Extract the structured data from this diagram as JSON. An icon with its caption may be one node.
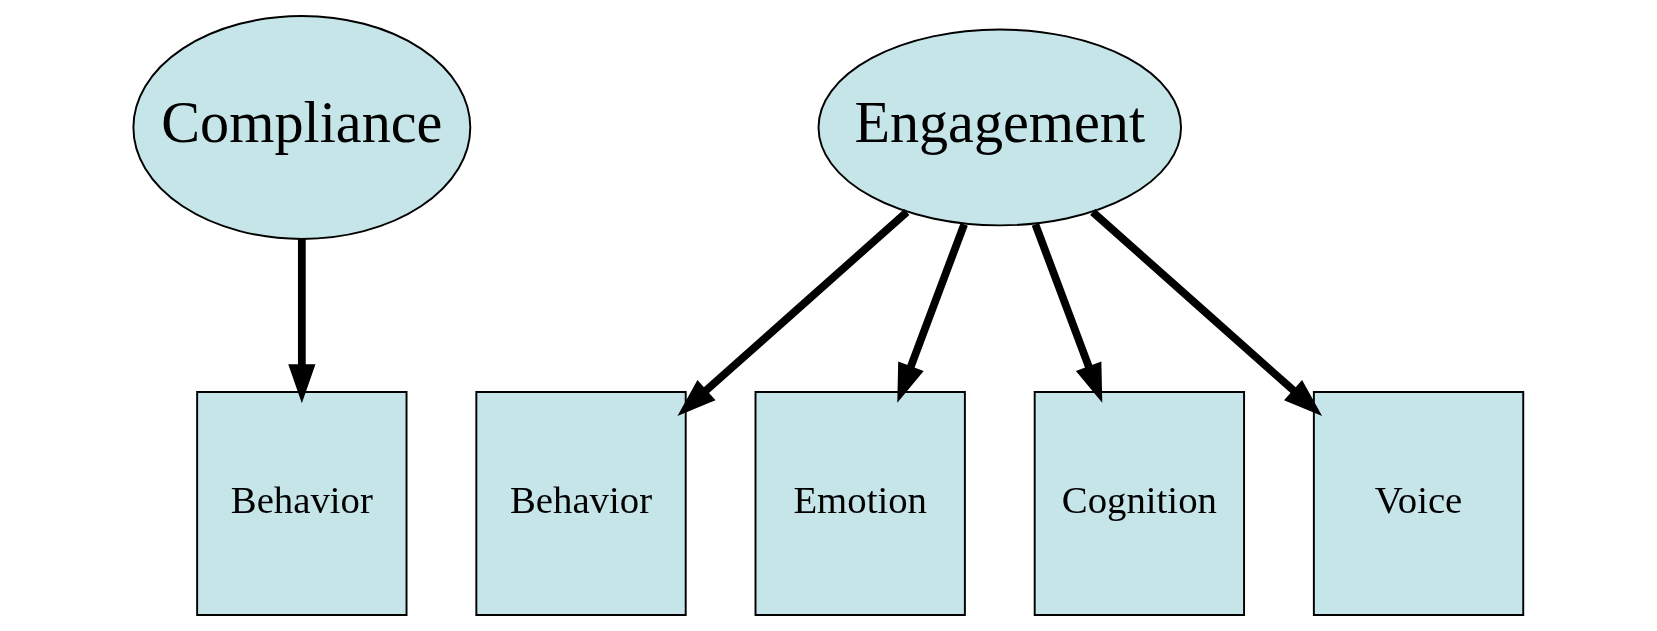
{
  "diagram": {
    "nodes": [
      {
        "text": [
          "Compliance"
        ]
      },
      {
        "text": [
          "Behavior"
        ]
      },
      {
        "text": [
          "Engagement"
        ]
      },
      {
        "text": [
          "Behavior"
        ]
      },
      {
        "text": [
          "Emotion"
        ]
      },
      {
        "text": [
          "Cognition"
        ]
      },
      {
        "text": [
          "Voice"
        ]
      }
    ],
    "edges": [
      {
        "from": 0,
        "to": 1,
        "arrow": "to"
      },
      {
        "from": 2,
        "to": 3,
        "arrow": "to"
      },
      {
        "from": 2,
        "to": 4,
        "arrow": "to"
      },
      {
        "from": 2,
        "to": 5,
        "arrow": "to"
      },
      {
        "from": 2,
        "to": 6,
        "arrow": "to"
      }
    ]
  }
}
